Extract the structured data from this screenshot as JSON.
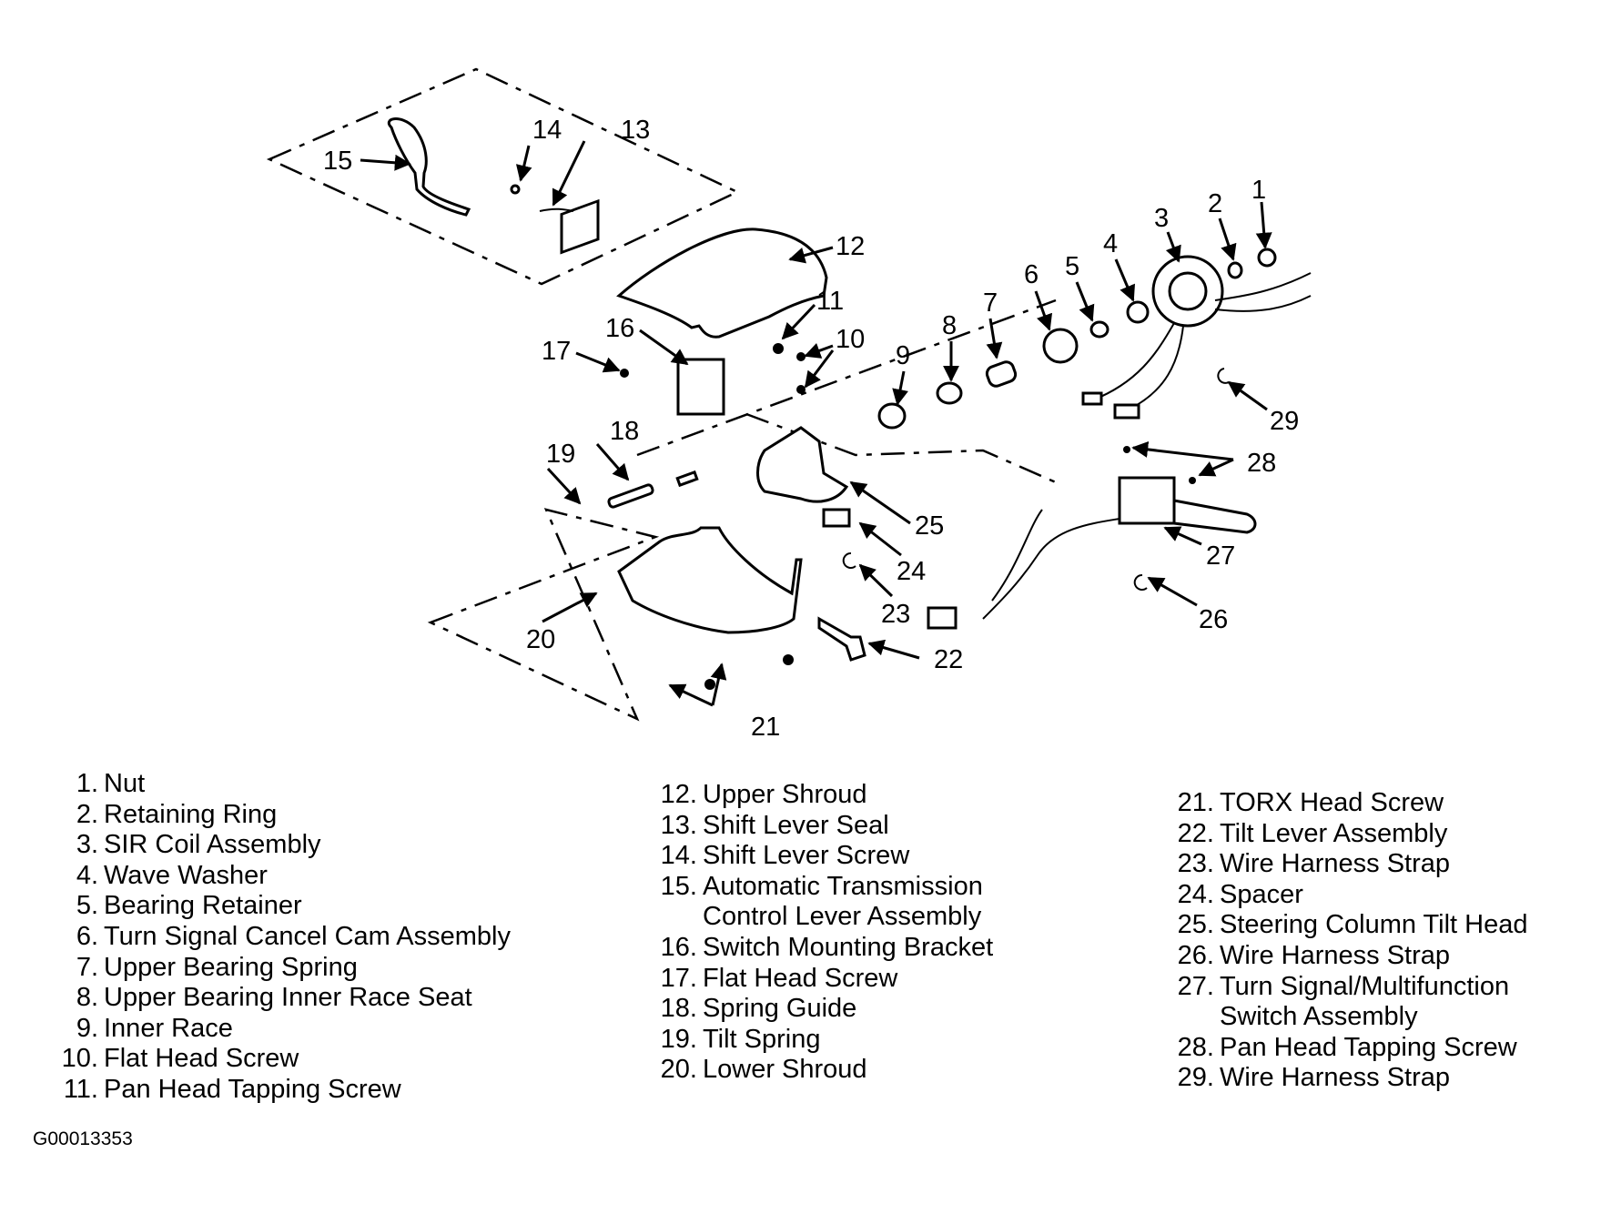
{
  "figure": {
    "title": "Steering Column Tilt Head Exploded View",
    "figure_id": "G00013353"
  },
  "callouts": [
    "1",
    "2",
    "3",
    "4",
    "5",
    "6",
    "7",
    "8",
    "9",
    "10",
    "11",
    "12",
    "13",
    "14",
    "15",
    "16",
    "17",
    "18",
    "19",
    "20",
    "21",
    "22",
    "23",
    "24",
    "25",
    "26",
    "27",
    "28",
    "29"
  ],
  "legend": {
    "column_1": [
      {
        "num": "1.",
        "label": "Nut"
      },
      {
        "num": "2.",
        "label": "Retaining Ring"
      },
      {
        "num": "3.",
        "label": "SIR Coil Assembly"
      },
      {
        "num": "4.",
        "label": "Wave Washer"
      },
      {
        "num": "5.",
        "label": "Bearing Retainer"
      },
      {
        "num": "6.",
        "label": "Turn Signal Cancel Cam Assembly"
      },
      {
        "num": "7.",
        "label": "Upper Bearing Spring"
      },
      {
        "num": "8.",
        "label": "Upper Bearing Inner Race Seat"
      },
      {
        "num": "9.",
        "label": "Inner Race"
      },
      {
        "num": "10.",
        "label": "Flat Head Screw"
      },
      {
        "num": "11.",
        "label": "Pan Head Tapping Screw"
      }
    ],
    "column_2": [
      {
        "num": "12.",
        "label": "Upper Shroud"
      },
      {
        "num": "13.",
        "label": "Shift Lever Seal"
      },
      {
        "num": "14.",
        "label": "Shift Lever Screw"
      },
      {
        "num": "15.",
        "label": "Automatic Transmission"
      },
      {
        "num": "",
        "label": "Control Lever Assembly"
      },
      {
        "num": "16.",
        "label": "Switch Mounting Bracket"
      },
      {
        "num": "17.",
        "label": "Flat Head Screw"
      },
      {
        "num": "18.",
        "label": "Spring Guide"
      },
      {
        "num": "19.",
        "label": "Tilt Spring"
      },
      {
        "num": "20.",
        "label": "Lower Shroud"
      }
    ],
    "column_3": [
      {
        "num": "21.",
        "label": "TORX Head Screw"
      },
      {
        "num": "22.",
        "label": "Tilt Lever Assembly"
      },
      {
        "num": "23.",
        "label": "Wire Harness Strap"
      },
      {
        "num": "24.",
        "label": "Spacer"
      },
      {
        "num": "25.",
        "label": "Steering Column Tilt Head"
      },
      {
        "num": "26.",
        "label": "Wire Harness Strap"
      },
      {
        "num": "27.",
        "label": "Turn Signal/Multifunction"
      },
      {
        "num": "",
        "label": "Switch Assembly"
      },
      {
        "num": "28.",
        "label": "Pan Head Tapping Screw"
      },
      {
        "num": "29.",
        "label": "Wire Harness Strap"
      }
    ]
  }
}
